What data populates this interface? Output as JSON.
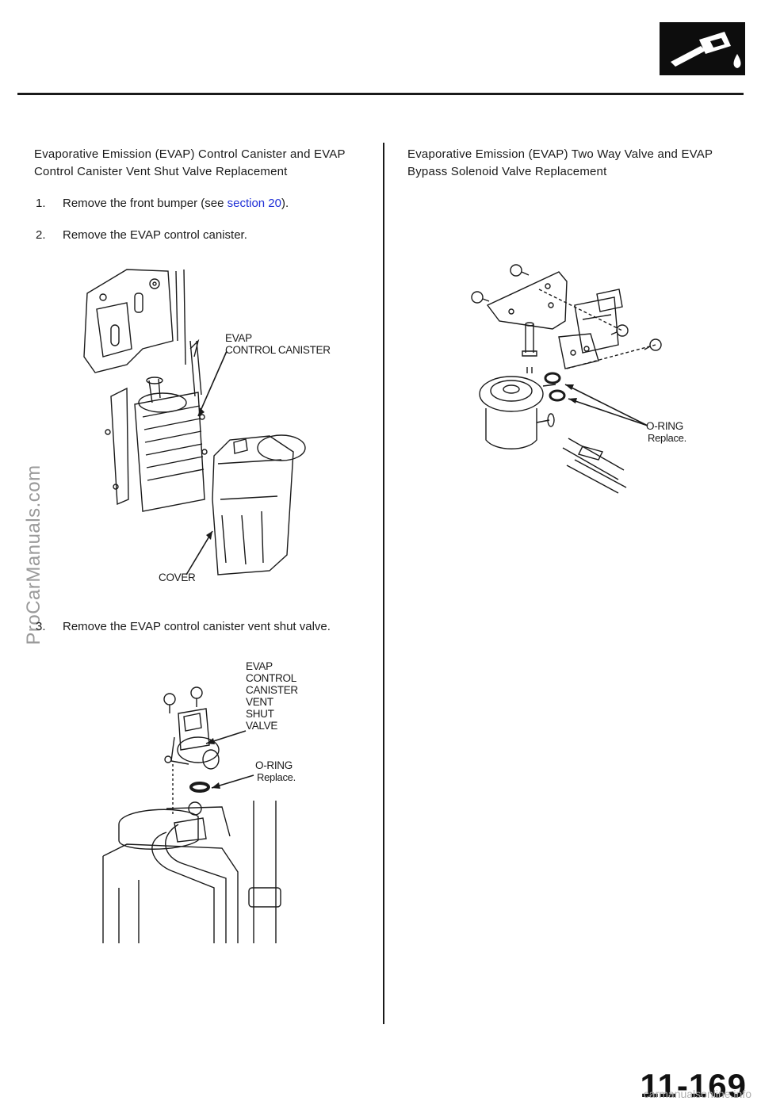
{
  "left": {
    "heading_line1": "Evaporative Emission (EVAP) Control Canister and EVAP",
    "heading_line2": "Control Canister Vent Shut Valve Replacement",
    "steps": [
      {
        "num": "1.",
        "text_before": "Remove the front bumper (see ",
        "link": "section 20",
        "text_after": ")."
      },
      {
        "num": "2.",
        "text": "Remove the EVAP control canister."
      },
      {
        "num": "3.",
        "text": "Remove the EVAP control canister vent shut valve."
      }
    ],
    "fig1": {
      "canister_label_line1": "EVAP",
      "canister_label_line2": "CONTROL CANISTER",
      "cover_label": "COVER"
    },
    "fig2": {
      "valve_label": [
        "EVAP",
        "CONTROL",
        "CANISTER",
        "VENT",
        "SHUT",
        "VALVE"
      ],
      "oring_label": "O-RING",
      "oring_note": "Replace."
    }
  },
  "right": {
    "heading_line1": "Evaporative Emission (EVAP) Two Way Valve and EVAP",
    "heading_line2": "Bypass Solenoid Valve Replacement",
    "fig3": {
      "oring_label": "O-RING",
      "oring_note": "Replace."
    }
  },
  "watermark": "ProCarManuals.com",
  "page_number": "11-169",
  "footer_watermark": "carmanualsonline.info",
  "colors": {
    "link": "#1f2fd6",
    "rule": "#1a1a1a"
  },
  "icons": {
    "header": "fuel-nozzle-icon"
  }
}
